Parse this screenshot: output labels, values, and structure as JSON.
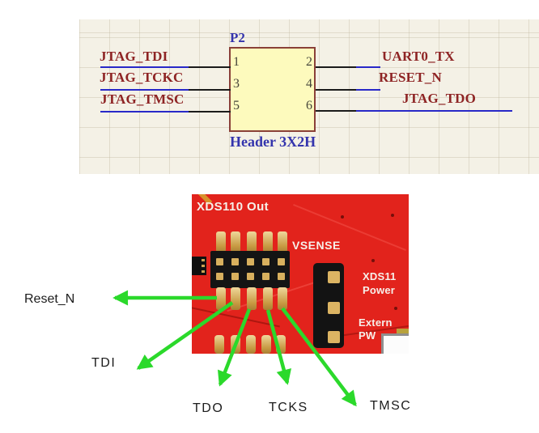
{
  "schematic": {
    "designator": "P2",
    "footprint": "Header 3X2H",
    "rows": [
      {
        "left_net": "JTAG_TDI",
        "left_pin": "1",
        "right_pin": "2",
        "right_net": "UART0_TX"
      },
      {
        "left_net": "JTAG_TCKC",
        "left_pin": "3",
        "right_pin": "4",
        "right_net": "RESET_N"
      },
      {
        "left_net": "JTAG_TMSC",
        "left_pin": "5",
        "right_pin": "6",
        "right_net": "JTAG_TDO"
      }
    ]
  },
  "photo": {
    "board_title": "XDS110 Out",
    "vsense_label": "VSENSE",
    "edge_labels": [
      "XDS11",
      "Power",
      "Extern",
      "PW"
    ]
  },
  "annotations": {
    "reset_n": "Reset_N",
    "tdi": "TDI",
    "tdo": "TDO",
    "tcks": "TCKS",
    "tmsc": "TMSC"
  },
  "colors": {
    "pcb_red": "#e2231c",
    "arrow_green": "#2bd92b",
    "wire_blue": "#2828c8",
    "pin_wire_black": "#1b1b1b",
    "net_label_maroon": "#8e2424",
    "symbol_fill": "#fdfabd",
    "symbol_border": "#8a4038",
    "schematic_bg": "#f4f1e6",
    "blue_text": "#3434ad",
    "gold_pin": "#c79942"
  }
}
